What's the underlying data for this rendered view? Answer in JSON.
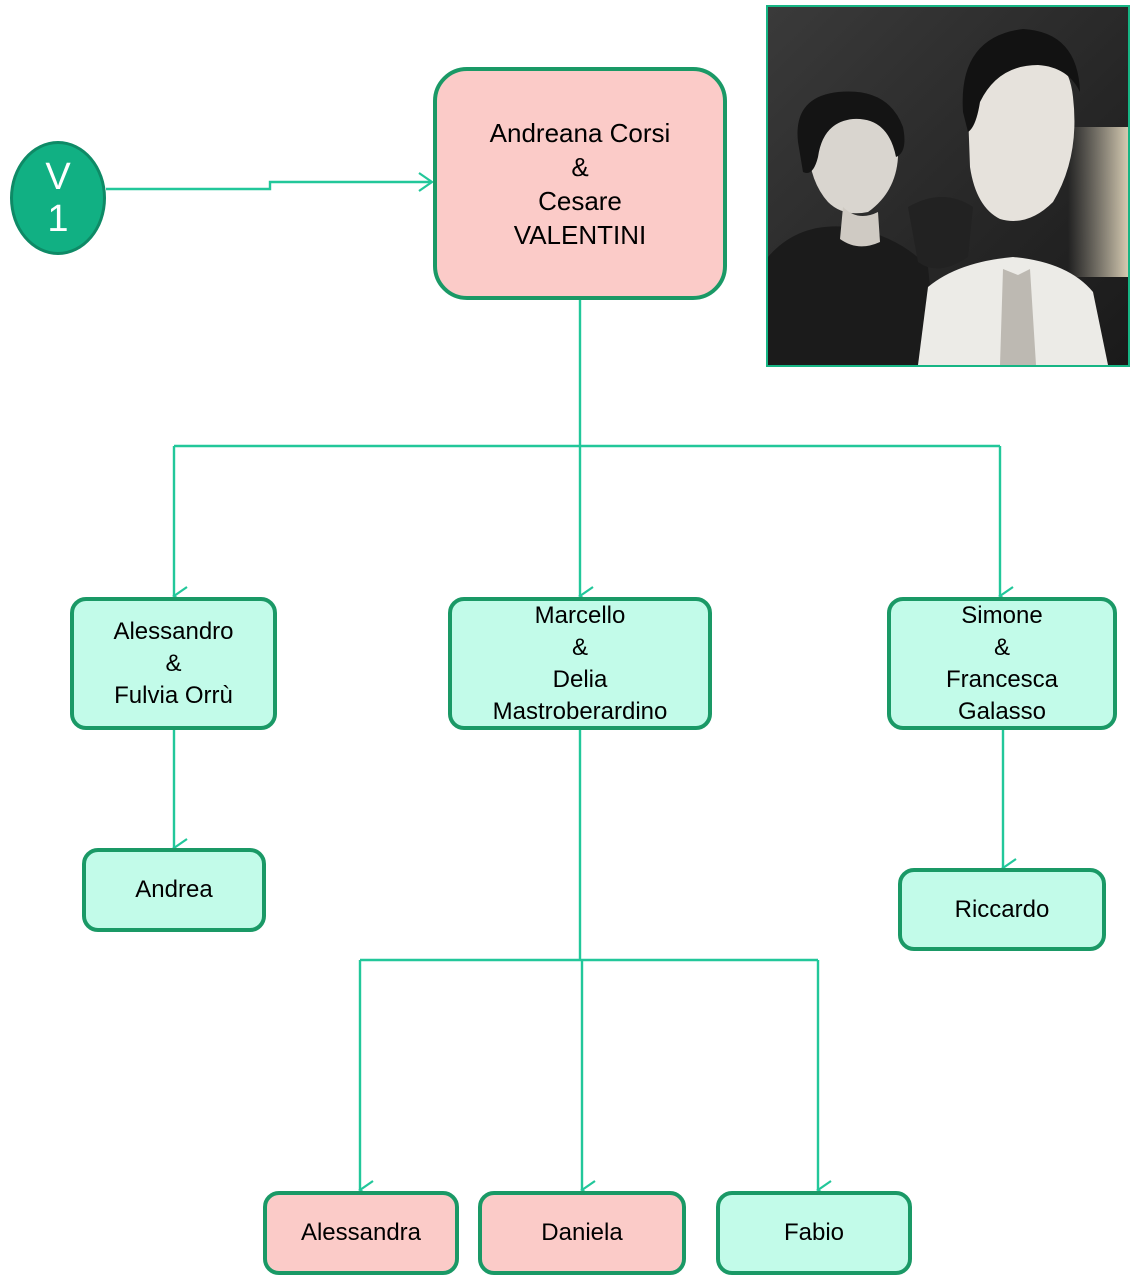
{
  "badge": {
    "line1": "V",
    "line2": "1"
  },
  "root": {
    "lines": [
      "Andreana Corsi",
      "&",
      "Cesare",
      "VALENTINI"
    ]
  },
  "children": [
    {
      "lines": [
        "Alessandro",
        "&",
        "Fulvia Orrù"
      ]
    },
    {
      "lines": [
        "Marcello",
        "&",
        "Delia",
        "Mastroberardino"
      ]
    },
    {
      "lines": [
        "Simone",
        "&",
        "Francesca",
        "Galasso"
      ]
    }
  ],
  "grandchildren": {
    "andrea": "Andrea",
    "riccardo": "Riccardo",
    "alessandra": "Alessandra",
    "daniela": "Daniela",
    "fabio": "Fabio"
  },
  "colors": {
    "connector": "#22c79a",
    "node_border": "#1a9966",
    "mint_fill": "#c2fbe9",
    "pink_fill": "#fbcbc8",
    "badge_fill": "#11b083"
  },
  "photo": {
    "content": "black-and-white photograph of a couple"
  }
}
